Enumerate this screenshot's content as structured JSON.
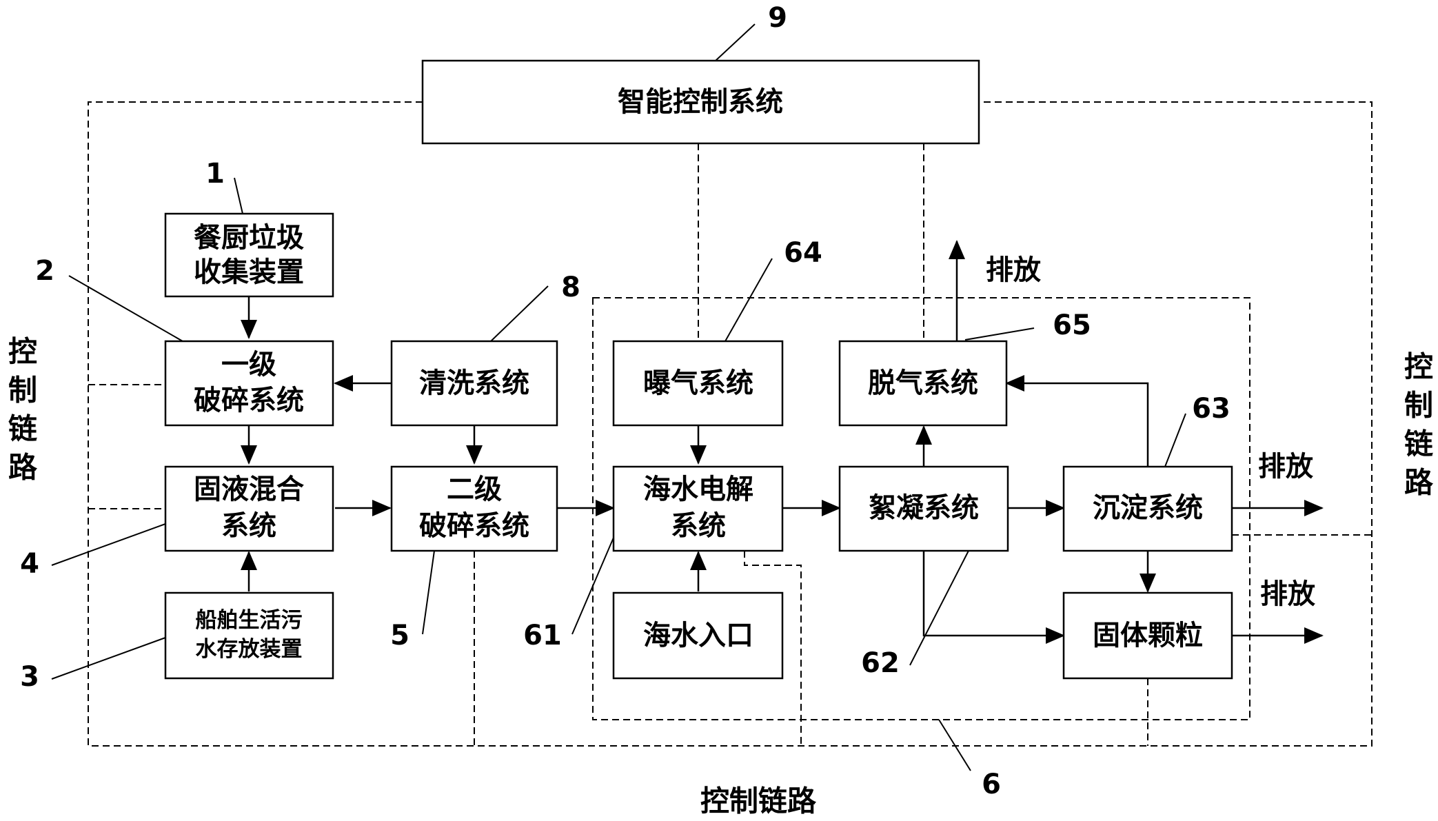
{
  "boxes": {
    "intelligent_control": "智能控制系统",
    "kitchen_waste_collection": [
      "餐厨垃圾",
      "收集装置"
    ],
    "primary_crushing": [
      "一级",
      "破碎系统"
    ],
    "cleaning": "清洗系统",
    "solid_liquid_mixing": [
      "固液混合",
      "系统"
    ],
    "secondary_crushing": [
      "二级",
      "破碎系统"
    ],
    "ship_sewage_storage": [
      "船舶生活污",
      "水存放装置"
    ],
    "aeration": "曝气系统",
    "seawater_electrolysis": [
      "海水电解",
      "系统"
    ],
    "seawater_inlet": "海水入口",
    "degassing": "脱气系统",
    "flocculation": "絮凝系统",
    "sedimentation": "沉淀系统",
    "solid_particles": "固体颗粒"
  },
  "outputs": {
    "discharge_gas": "排放",
    "discharge_sediment": "排放",
    "discharge_particles": "排放"
  },
  "control_link": {
    "left": [
      "控",
      "制",
      "链",
      "路"
    ],
    "right": [
      "控",
      "制",
      "链",
      "路"
    ],
    "bottom": "控制链路"
  },
  "reference_numbers": {
    "n1": "1",
    "n2": "2",
    "n3": "3",
    "n4": "4",
    "n5": "5",
    "n6": "6",
    "n8": "8",
    "n9": "9",
    "n61": "61",
    "n62": "62",
    "n63": "63",
    "n64": "64",
    "n65": "65"
  }
}
